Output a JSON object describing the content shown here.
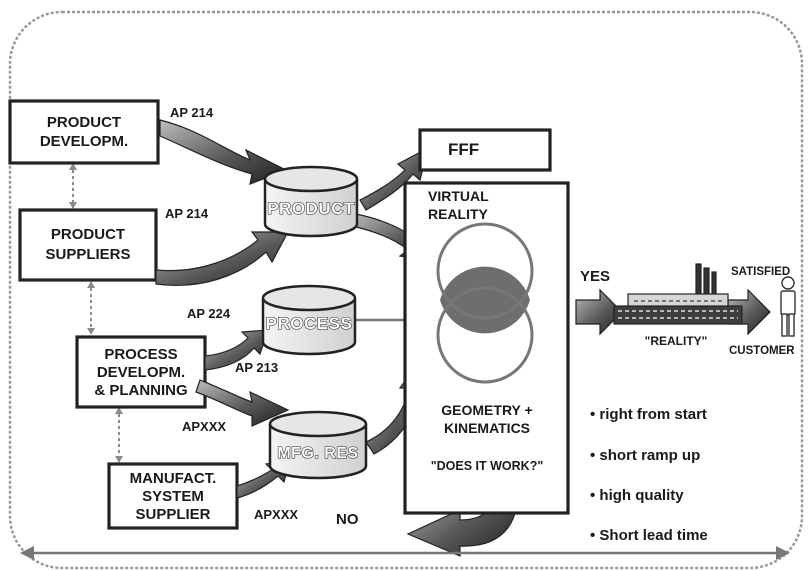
{
  "boxes": {
    "product_dev": [
      "PRODUCT",
      "DEVELOPM."
    ],
    "product_suppliers": [
      "PRODUCT",
      "SUPPLIERS"
    ],
    "process_dev": [
      "PROCESS",
      "DEVELOPM.",
      "& PLANNING"
    ],
    "manufact": [
      "MANUFACT.",
      "SYSTEM",
      "SUPPLIER"
    ],
    "fff": "FFF",
    "vr_title": [
      "VIRTUAL",
      "REALITY"
    ],
    "geometry": [
      "GEOMETRY +",
      "KINEMATICS"
    ],
    "question": "\"DOES IT WORK?\""
  },
  "databases": {
    "product": "PRODUCT",
    "process": "PROCESS",
    "mfg_res": "MFG. RES"
  },
  "protocols": {
    "ap214_a": "AP 214",
    "ap214_b": "AP 214",
    "ap224": "AP 224",
    "ap213": "AP 213",
    "apxxx_a": "APXXX",
    "apxxx_b": "APXXX"
  },
  "outcomes": {
    "yes": "YES",
    "no": "NO",
    "reality": "\"REALITY\"",
    "satisfied": "SATISFIED",
    "customer": "CUSTOMER"
  },
  "benefits": [
    "right from start",
    "short ramp up",
    "high quality",
    "Short lead time"
  ]
}
